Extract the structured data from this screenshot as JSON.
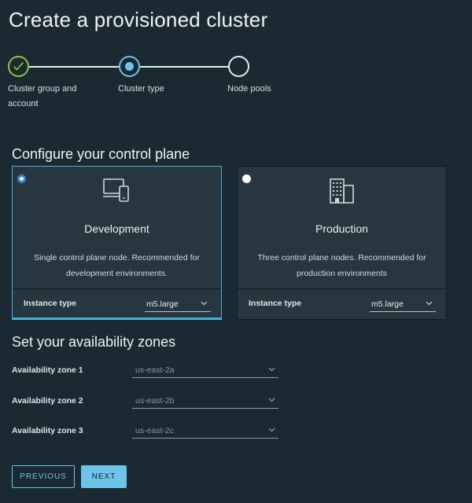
{
  "page": {
    "title": "Create a provisioned cluster"
  },
  "stepper": {
    "steps": [
      {
        "label": "Cluster group and account",
        "state": "done"
      },
      {
        "label": "Cluster type",
        "state": "current"
      },
      {
        "label": "Node pools",
        "state": "pending"
      }
    ]
  },
  "control_plane": {
    "section_title": "Configure your control plane",
    "options": [
      {
        "title": "Development",
        "description": "Single control plane node. Recommended for development environments.",
        "instance_label": "Instance type",
        "instance_value": "m5.large",
        "selected": true,
        "icon": "devices-icon"
      },
      {
        "title": "Production",
        "description": "Three control plane nodes. Recommended for production environments",
        "instance_label": "Instance type",
        "instance_value": "m5.large",
        "selected": false,
        "icon": "building-icon"
      }
    ]
  },
  "availability": {
    "section_title": "Set your availability zones",
    "zones": [
      {
        "label": "Availability zone 1",
        "value": "us-east-2a"
      },
      {
        "label": "Availability zone 2",
        "value": "us-east-2b"
      },
      {
        "label": "Availability zone 3",
        "value": "us-east-2c"
      }
    ]
  },
  "actions": {
    "previous_label": "PREVIOUS",
    "next_label": "NEXT"
  },
  "colors": {
    "background": "#1b2a32",
    "card": "#27363f",
    "accent": "#49afd9",
    "success": "#8cc63f"
  }
}
